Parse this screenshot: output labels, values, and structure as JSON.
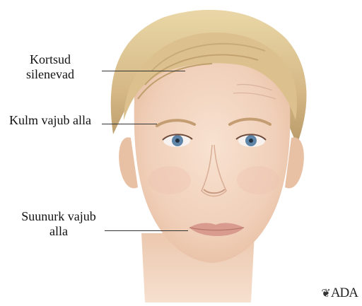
{
  "labels": {
    "wrinkles": "Kortsud silenevad",
    "brow": "Kulm vajub alla",
    "mouth": "Suunurk vajub alla"
  },
  "colors": {
    "skin": "#f3d7c2",
    "hair": "#d8bf8a",
    "eye": "#5f86a8",
    "lips": "#d99b8e",
    "text": "#111111"
  },
  "logo": {
    "symbol": "leaf-icon",
    "text": "ADA"
  }
}
